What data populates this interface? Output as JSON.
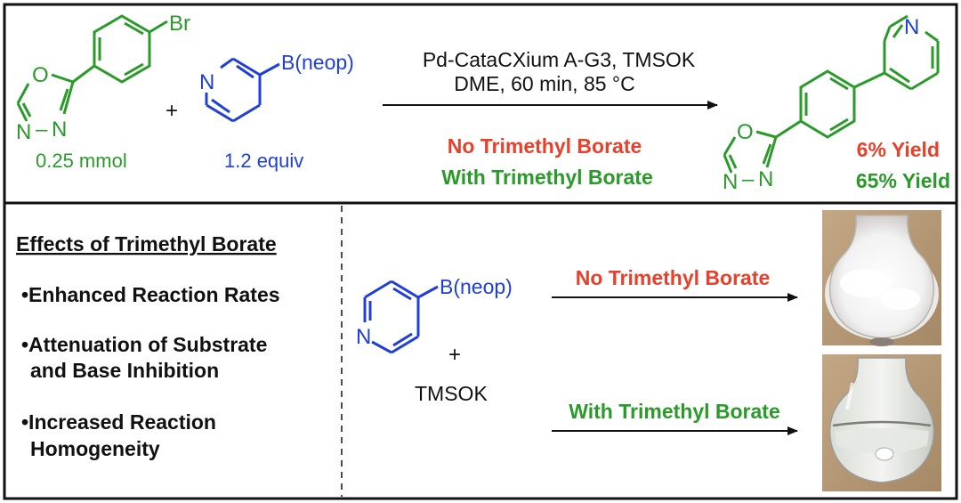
{
  "colors": {
    "green": "#2a9a2a",
    "blue": "#1f3fd6",
    "red": "#e8402a",
    "black": "#111111"
  },
  "top": {
    "substrate": {
      "substituent": "Br",
      "ring_o": "O",
      "ring_n_left": "N",
      "ring_dash": "–",
      "ring_n_right": "N",
      "amount": "0.25 mmol"
    },
    "plus": "+",
    "boronate": {
      "ring_n": "N",
      "group": "B(neop)",
      "amount": "1.2 equiv"
    },
    "conditions_line1": "Pd-CataCXium A-G3, TMSOK",
    "conditions_line2": "DME, 60 min, 85 °C",
    "no_borate_label": "No Trimethyl Borate",
    "with_borate_label": "With Trimethyl Borate",
    "product": {
      "ring_n_pyridine": "N",
      "ring_o": "O",
      "ring_n_left": "N",
      "ring_dash": "–",
      "ring_n_right": "N"
    },
    "yield_no": "6% Yield",
    "yield_with": "65% Yield"
  },
  "bottom": {
    "effects_title": "Effects of Trimethyl Borate",
    "effects": [
      {
        "line1": "•Enhanced Reaction Rates",
        "line2": ""
      },
      {
        "line1": "•Attenuation of Substrate",
        "line2": "and Base Inhibition"
      },
      {
        "line1": "•Increased Reaction",
        "line2": "Homogeneity"
      }
    ],
    "pyridine": {
      "ring_n": "N",
      "group": "B(neop)"
    },
    "plus": "+",
    "base": "TMSOK",
    "no_borate_label": "No Trimethyl Borate",
    "with_borate_label": "With Trimethyl Borate"
  }
}
